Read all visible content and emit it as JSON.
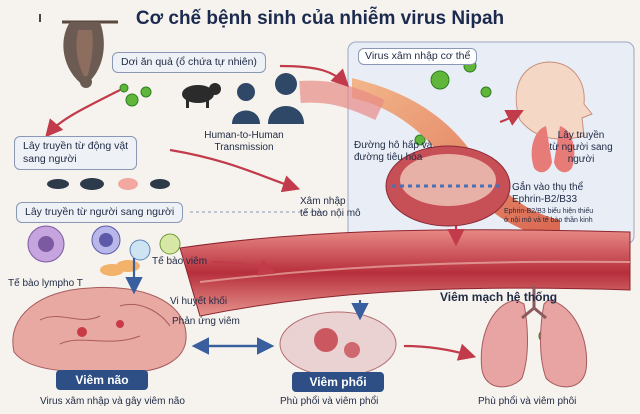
{
  "title": "Cơ chế bệnh sinh của nhiễm virus Nipah",
  "labels": {
    "bat_fruit": "Dơi ăn quả (ổ chứa tự nhiên)",
    "h2h": [
      "Human-to-Human",
      "Transmission"
    ],
    "virus_entry": "Virus xâm nhập cơ thể",
    "animal_to_human": [
      "Lây truyền từ động vật",
      "sang người"
    ],
    "human_to_human": "Lây truyền từ người sang người",
    "airway": [
      "Đường hô hấp và",
      "đường tiêu hóa"
    ],
    "h2h_right": [
      "Lây truyền",
      "từ người sang",
      "người"
    ],
    "receptor": [
      "Gắn vào thụ thể",
      "Ephrin-B2/B33"
    ],
    "receptor_note": [
      "Ephrin-B2/B3 biểu hiện thiếu",
      "ở nội mô và tế bào thần kinh"
    ],
    "endothelial": [
      "Xâm nhập",
      "tế bào nội mô"
    ],
    "t_lympho": "Tế bào lympho T",
    "inflam_cell": "Tế bào viêm",
    "microthrombus": "Vi huyết khối",
    "inflam_reaction": "Phản ứng viêm",
    "systemic_vasculitis": "Viêm mạch hệ thống",
    "encephalitis_tag": "Viêm não",
    "pneumonia_tag": "Viêm phổi",
    "encephalitis_caption": "Virus xâm nhập và gây viêm não",
    "pneumonia_caption": "Phù phổi và viêm phổi",
    "lung_caption": "Phù phổi và viêm phôi"
  },
  "colors": {
    "navy": "#2d4f86",
    "vessel": "#c9374a",
    "virus": "#5fb63a",
    "arrow": "#c23b4a",
    "arrow_blue": "#3a5f9e"
  }
}
